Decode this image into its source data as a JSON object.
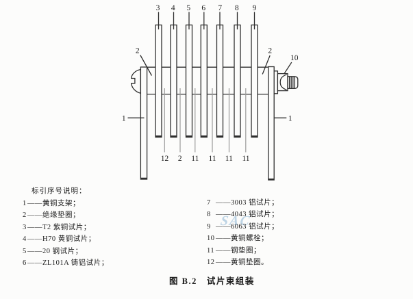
{
  "fig": {
    "caption": "图 B.2　试片束组装",
    "callouts": {
      "top": [
        "3",
        "4",
        "5",
        "6",
        "7",
        "8",
        "9"
      ],
      "bottom": [
        "12",
        "2",
        "11",
        "11",
        "11",
        "11"
      ],
      "left_washer": "2",
      "right_washer": "2",
      "bolt": "10",
      "left_support": "1",
      "right_support": "1"
    }
  },
  "legend": {
    "heading": "标引序号说明：",
    "dash": "——",
    "left": [
      {
        "no": "1",
        "label": "黄铜支架；"
      },
      {
        "no": "2",
        "label": "绝缘垫圈；"
      },
      {
        "no": "3",
        "label": "T2 紫铜试片；"
      },
      {
        "no": "4",
        "label": "H70 黄铜试片；"
      },
      {
        "no": "5",
        "label": "20 钢试片；"
      },
      {
        "no": "6",
        "label": "ZL101A 铸铝试片；"
      }
    ],
    "right": [
      {
        "no": "7",
        "label": "3003 铝试片；"
      },
      {
        "no": "8",
        "label": "4043 铝试片；"
      },
      {
        "no": "9",
        "label": "6063 铝试片；"
      },
      {
        "no": "10",
        "label": "黄铜螺栓；"
      },
      {
        "no": "11",
        "label": "钢垫圈；"
      },
      {
        "no": "12",
        "label": "黄铜垫圈。"
      }
    ]
  },
  "watermark": {
    "text": "SAC",
    "color": "#a9c7de"
  },
  "colors": {
    "line": "#2e2e2e",
    "leader_gray": "#9a9a9a",
    "background": "#fcfcfb"
  }
}
